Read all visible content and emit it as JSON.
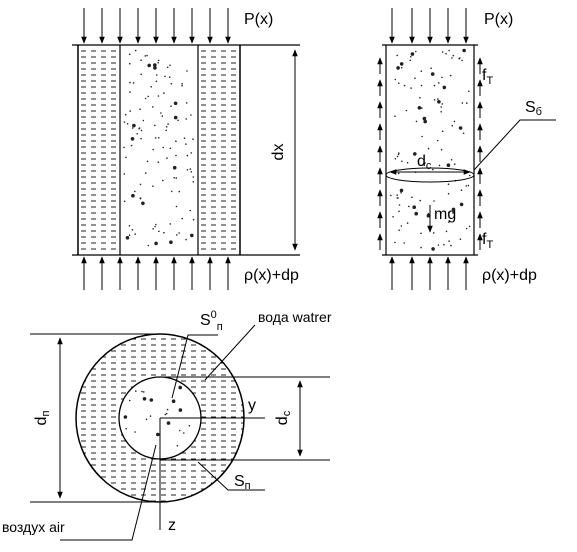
{
  "labels": {
    "left_top_pressure": "P(x)",
    "left_bottom_pressure": "ρ(x)+dp",
    "element_length": "dx",
    "right_top_pressure": "P(x)",
    "right_bottom_pressure": "ρ(x)+dp",
    "friction_top_main": "f",
    "friction_top_sub": "T",
    "friction_bottom_main": "f",
    "friction_bottom_sub": "T",
    "side_area_main": "S",
    "side_area_sub": "б",
    "core_diameter_main": "d",
    "core_diameter_sub": "с",
    "gravity": "mg",
    "water_area_main": "S",
    "water_area_sup": "0",
    "water_area_sub": "п",
    "water_label": "вода watrer",
    "outer_diameter_main": "d",
    "outer_diameter_sub": "п",
    "inner_diameter_main": "d",
    "inner_diameter_sub": "с",
    "axis_y": "y",
    "axis_z": "z",
    "pore_area_main": "S",
    "pore_area_sub": "п",
    "air_label": "воздух air"
  }
}
